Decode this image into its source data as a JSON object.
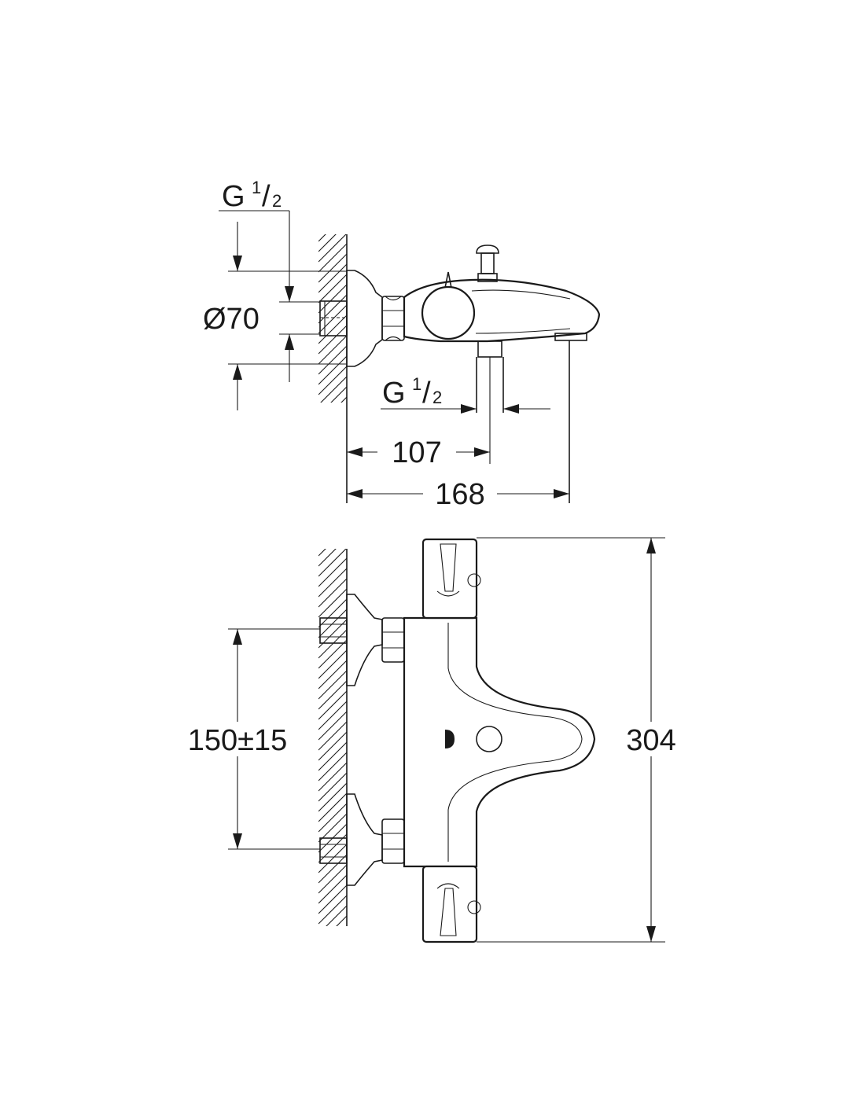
{
  "side_view": {
    "thread_top": {
      "prefix": "G",
      "numerator": "1",
      "slash": "/",
      "denominator": "2"
    },
    "diameter": "Ø70",
    "thread_bottom": {
      "prefix": "G",
      "numerator": "1",
      "slash": "/",
      "denominator": "2"
    },
    "dim_spout_outlet": "107",
    "dim_total_depth": "168"
  },
  "front_view": {
    "dim_inlet_spacing": "150±15",
    "dim_total_height": "304"
  }
}
